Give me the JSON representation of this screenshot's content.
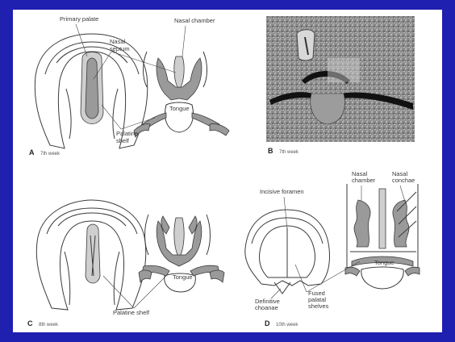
{
  "colors": {
    "border": "#1f1fb0",
    "panel": "#ffffff",
    "ink": "#3a3a3a"
  },
  "panel_a": {
    "letter": "A",
    "caption": "7th week",
    "labels": {
      "primary_palate": "Primary palate",
      "nasal_chamber": "Nasal chamber",
      "nasal_septum_1": "Nasal",
      "nasal_septum_2": "septum",
      "tongue": "Tongue",
      "palatine_shelf_1": "Palatine",
      "palatine_shelf_2": "shelf"
    }
  },
  "panel_b": {
    "letter": "B",
    "caption": "7th week"
  },
  "panel_c": {
    "letter": "C",
    "caption": "8th week",
    "labels": {
      "tongue": "Tongue",
      "palatine_shelf": "Palatine shelf"
    }
  },
  "panel_d": {
    "letter": "D",
    "caption": "10th week",
    "labels": {
      "incisive_foramen": "Incisive foramen",
      "nasal_chamber_1": "Nasal",
      "nasal_chamber_2": "chamber",
      "nasal_conchae_1": "Nasal",
      "nasal_conchae_2": "conchae",
      "tongue": "Tongue",
      "definitive_choanae_1": "Definitive",
      "definitive_choanae_2": "choanae",
      "fused_palatal_1": "Fused",
      "fused_palatal_2": "palatal",
      "fused_palatal_3": "shelves"
    }
  }
}
